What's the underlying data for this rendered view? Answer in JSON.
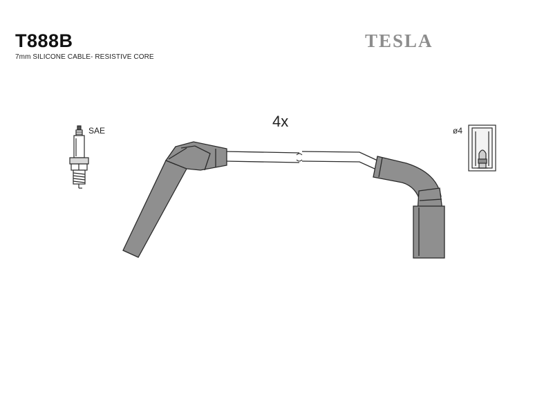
{
  "header": {
    "part_number": "T888B",
    "description": "7mm SILICONE CABLE- RESISTIVE CORE",
    "brand": "TESLA"
  },
  "diagram": {
    "quantity_label": "4x",
    "plug_label": "SAE",
    "terminal_label": "ø4"
  },
  "colors": {
    "boot_fill": "#8f8f8f",
    "outline": "#2a2a2a",
    "brand": "#8d8d8d"
  }
}
